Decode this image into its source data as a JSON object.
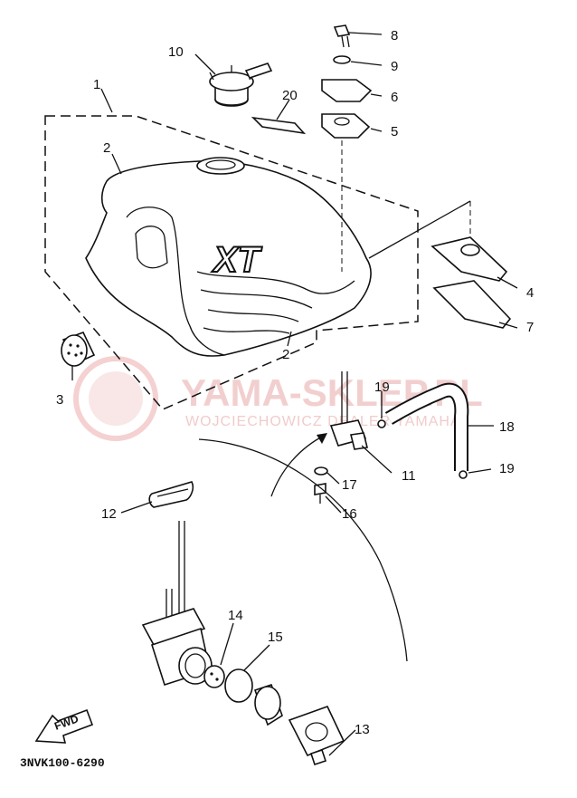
{
  "diagram_code": "3NVK100-6290",
  "fwd_label": "FWD",
  "tank_logo": "XT",
  "watermark": {
    "title": "YAMA-SKLEP.PL",
    "subtitle": "WOJCIECHOWICZ DEALER YAMAHA"
  },
  "callouts": [
    "1",
    "2",
    "2",
    "3",
    "4",
    "5",
    "6",
    "7",
    "8",
    "9",
    "10",
    "11",
    "12",
    "13",
    "14",
    "15",
    "16",
    "17",
    "18",
    "19",
    "19",
    "20"
  ]
}
